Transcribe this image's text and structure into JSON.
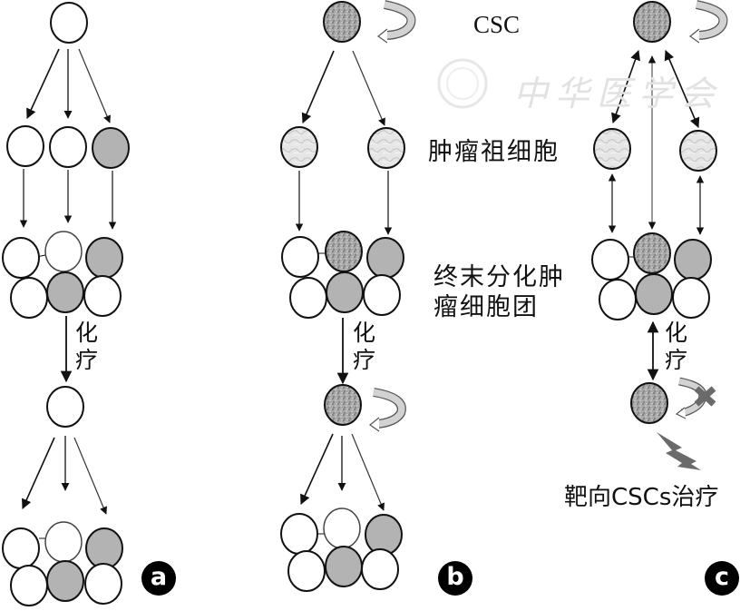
{
  "figure": {
    "labels": {
      "csc": "CSC",
      "progenitor": "肿瘤祖细胞",
      "terminal_line1": "终末分化肿",
      "terminal_line2": "瘤细胞团",
      "chemo_a": "化疗",
      "chemo_b": "化疗",
      "chemo_c": "化疗",
      "targeted": "靶向CSCs治疗"
    },
    "watermark": "中华医学会",
    "panels": [
      {
        "id": "a",
        "badge": "a",
        "model": "stochastic"
      },
      {
        "id": "b",
        "badge": "b",
        "model": "hierarchical-csc"
      },
      {
        "id": "c",
        "badge": "c",
        "model": "plastic-csc-targeted"
      }
    ],
    "colors": {
      "cell_white": "#ffffff",
      "cell_gray": "#b3b3b3",
      "cell_stem": "#9a9a9a",
      "cell_progenitor": "#e4e4e4",
      "outline": "#111111",
      "badge": "#000000",
      "self_renew_arrow": "#c8c8c8",
      "blocked_x": "#6a6a6a",
      "lightning": "#6a6a6a"
    }
  }
}
